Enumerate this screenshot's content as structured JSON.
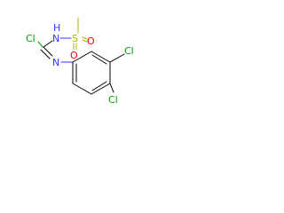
{
  "structure": {
    "atoms": {
      "cl_top": {
        "label": "Cl",
        "color": "#00a000"
      },
      "n_top": {
        "label": "N",
        "color": "#3333ff"
      },
      "h_top": {
        "label": "H",
        "color": "#3333ff"
      },
      "s": {
        "label": "S",
        "color": "#b2b200"
      },
      "o_left": {
        "label": "O",
        "color": "#ff0000"
      },
      "o_right": {
        "label": "O",
        "color": "#ff0000"
      },
      "n_mid": {
        "label": "N",
        "color": "#3333ff"
      },
      "cl_ring_top": {
        "label": "Cl",
        "color": "#00a000"
      },
      "cl_ring_bottom": {
        "label": "Cl",
        "color": "#00a000"
      }
    }
  }
}
